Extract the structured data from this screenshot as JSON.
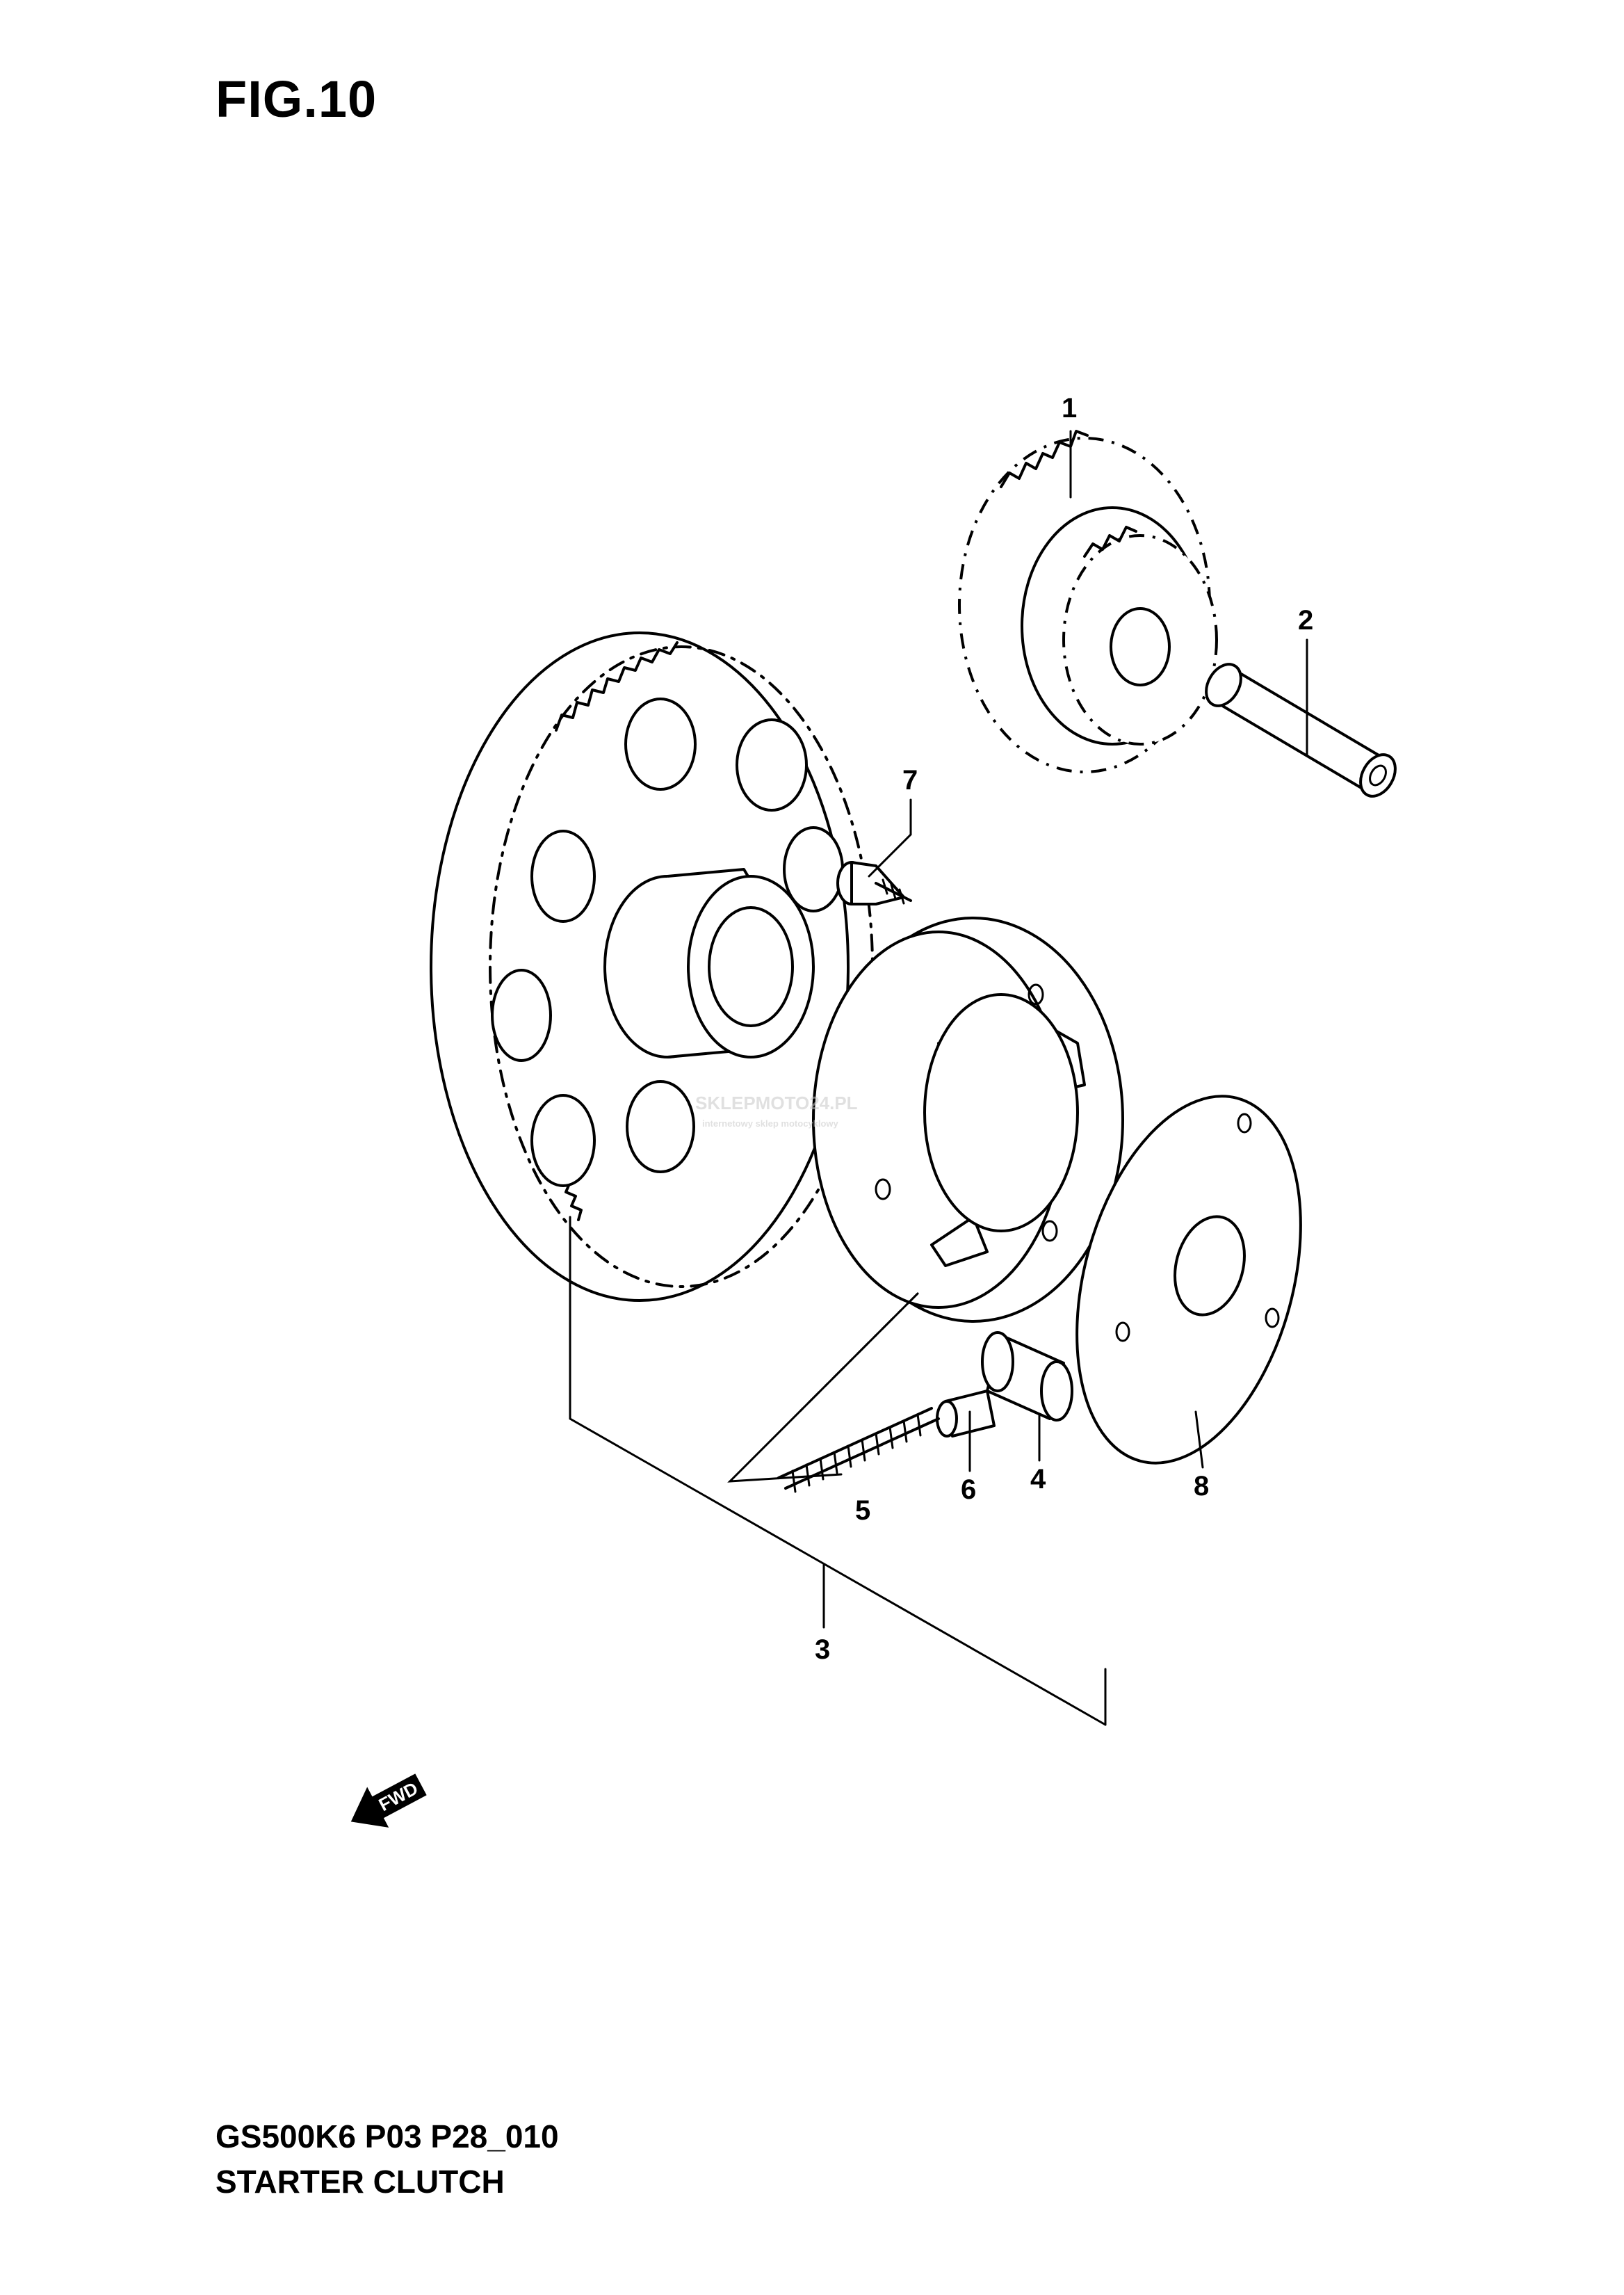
{
  "figure": {
    "title": "FIG.10",
    "model_code": "GS500K6 P03 P28_010",
    "section_name": "STARTER CLUTCH"
  },
  "callouts": [
    "1",
    "2",
    "3",
    "4",
    "5",
    "6",
    "7",
    "8"
  ],
  "direction_indicator": {
    "label": "FWD",
    "icon": "fwd-arrow-icon"
  },
  "watermark": {
    "brand": "SKLEPMOTO24.PL",
    "tagline": "internetowy sklep motocyklowy"
  },
  "colors": {
    "line": "#000000",
    "background": "#ffffff",
    "watermark": "#c8c8c8",
    "watermark_accent": "#e04040"
  }
}
